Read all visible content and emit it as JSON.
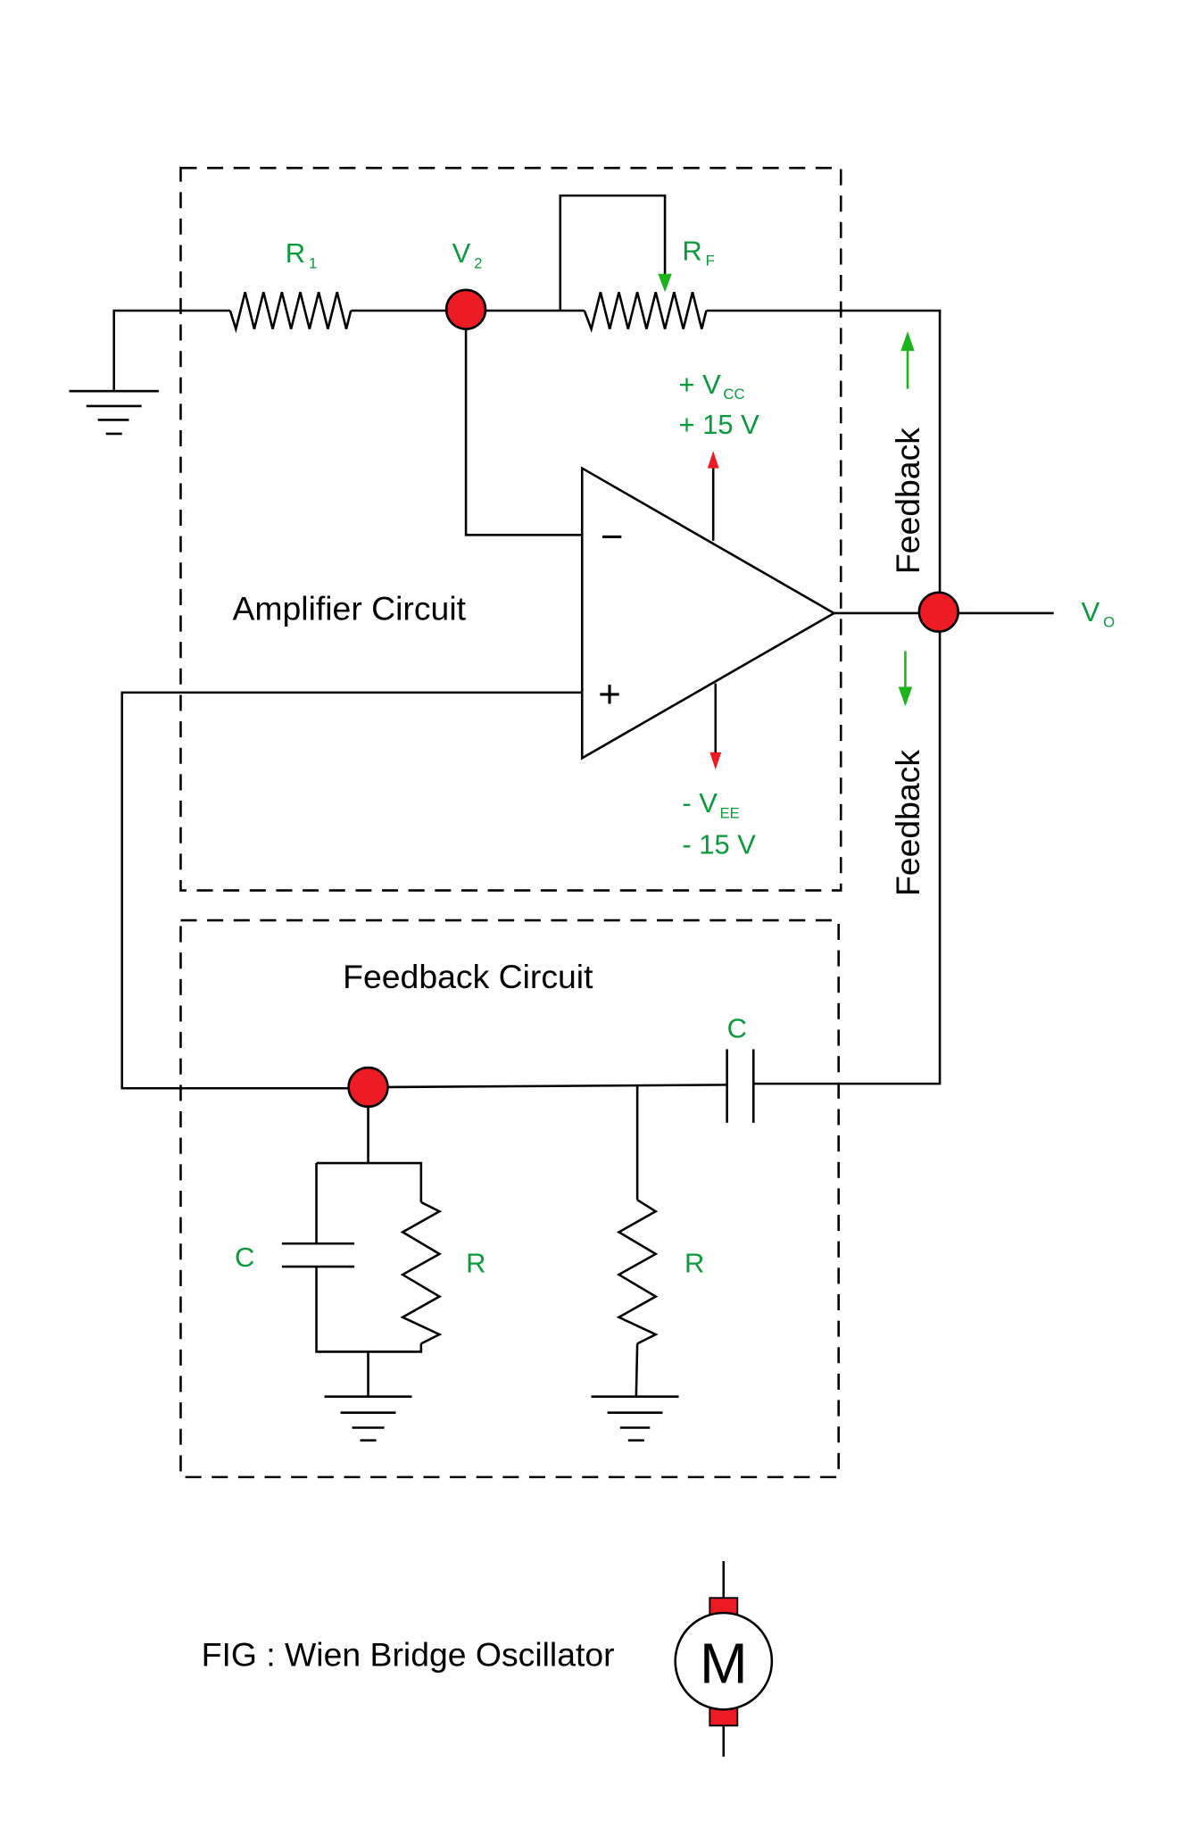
{
  "diagram": {
    "title": "FIG : Wien Bridge Oscillator",
    "blocks": {
      "amplifier": "Amplifier Circuit",
      "feedback": "Feedback Circuit"
    },
    "labels": {
      "r1": {
        "main": "R",
        "sub": "1"
      },
      "v2": {
        "main": "V",
        "sub": "2"
      },
      "rf": {
        "main": "R",
        "sub": "F"
      },
      "vcc_name": {
        "main": "+ V",
        "sub": "CC"
      },
      "vcc_value": "+ 15 V",
      "vee_name": {
        "main": "- V",
        "sub": "EE"
      },
      "vee_value": "- 15 V",
      "vo": {
        "main": "V",
        "sub": "O"
      },
      "feedback_up": "Feedback",
      "feedback_down": "Feedback",
      "c_series": "C",
      "c_parallel": "C",
      "r_parallel": "R",
      "r_shunt": "R",
      "opamp_minus": "−",
      "opamp_plus": "+",
      "motor": "M"
    },
    "colors": {
      "label_green": "#0a9a3c",
      "node_red": "#ed1c24",
      "arrow_green": "#1db31d",
      "arrow_red": "#ed1c24"
    }
  }
}
